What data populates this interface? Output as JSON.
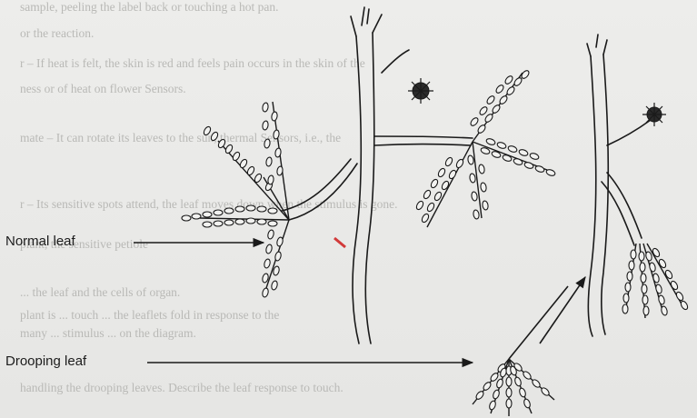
{
  "labels": {
    "normal": "Normal leaf",
    "drooping": "Drooping leaf"
  },
  "background_text": [
    "sample, peeling the label back or touching a hot pan.",
    "or the reaction.",
    "r – If heat is felt, the skin is red and feels pain occurs in the skin of the",
    "ness or of heat on flower Sensors.",
    "mate – It can rotate its leaves to the sun, thermal Sensors, i.e., the",
    "r – Its sensitive spots attend, the leaf moves down when the stimulus is gone.",
    "  plant, the sensitive petiole",
    "   ...   the leaf and the cells of organ.",
    "  plant is ... touch ... the leaflets fold in response to the",
    "  many ... stimulus ... on the diagram.",
    "  handling the drooping leaves. Describe the leaf response to touch."
  ],
  "colors": {
    "ink": "#1a1a1a",
    "stimulus_mark": "#d23a3a"
  }
}
